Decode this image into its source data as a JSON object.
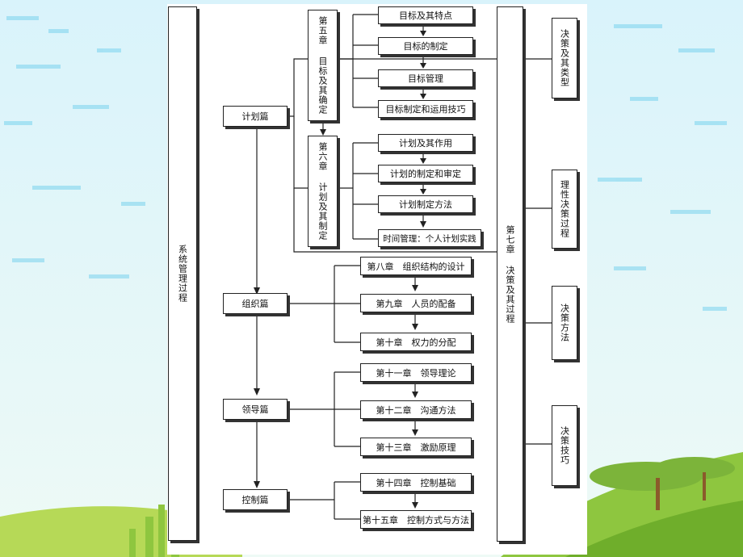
{
  "left_column": "系统管理过程",
  "parts": {
    "plan": "计划篇",
    "organize": "组织篇",
    "lead": "领导篇",
    "control": "控制篇"
  },
  "chapters": {
    "ch5": "第五章 目标及其确定",
    "ch6": "第六章 计划及其制定",
    "ch7": "第七章 决策及其过程"
  },
  "ch5_items": [
    "目标及其特点",
    "目标的制定",
    "目标管理",
    "目标制定和运用技巧"
  ],
  "ch6_items": [
    "计划及其作用",
    "计划的制定和审定",
    "计划制定方法",
    "时间管理：个人计划实践"
  ],
  "organize_items": [
    "第八章　组织结构的设计",
    "第九章　人员的配备",
    "第十章　权力的分配"
  ],
  "lead_items": [
    "第十一章　领导理论",
    "第十二章　沟通方法",
    "第十三章　激励原理"
  ],
  "control_items": [
    "第十四章　控制基础",
    "第十五章　控制方式与方法"
  ],
  "decision_items": [
    "决策及其类型",
    "理性决策过程",
    "决策方法",
    "决策技巧"
  ],
  "colors": {
    "sky": "#7ad3ee",
    "grass": "#9acd32",
    "line": "#222222"
  }
}
